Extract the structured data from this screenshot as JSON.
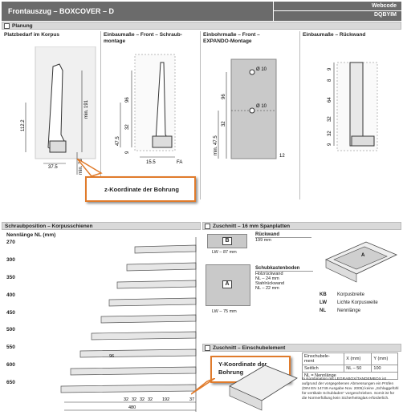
{
  "header": {
    "title": "Frontauszug – BOXCOVER – D",
    "right_top": "Webcode",
    "right_bottom": "DQBYIM"
  },
  "planung": {
    "label": "Planung",
    "panels": [
      {
        "title": "Platzbedarf im Korpus"
      },
      {
        "title": "Einbaumaße – Front – Schraub-\nmontage"
      },
      {
        "title": "Einbohrmaße – Front –\nEXPANDO-Montage"
      },
      {
        "title": "Einbaumaße – Rückwand"
      }
    ],
    "dims_panel1": [
      "112.2",
      "min. 191",
      "37.5",
      "min. 33"
    ],
    "dims_panel2": [
      "96",
      "32",
      "47.5",
      "9",
      "15.5",
      "FA"
    ],
    "dims_panel3": [
      "Ø 10",
      "Ø 10",
      "96",
      "32",
      "min. 47.5",
      "12"
    ],
    "dims_panel4": [
      "9",
      "8",
      "64",
      "32",
      "32",
      "9"
    ],
    "callout_z": "z-Koordinate der Bohrung"
  },
  "schraub": {
    "title": "Schraubposition – Korpusschienen",
    "subtitle": "Nennlänge NL (mm)",
    "lengths": [
      "270",
      "300",
      "350",
      "400",
      "450",
      "500",
      "550",
      "600",
      "650"
    ],
    "bottom_dims": [
      "32",
      "32",
      "32",
      "32",
      "192",
      "37",
      "480",
      "96"
    ],
    "callout_y": "Y-Koordinate der Bohrung"
  },
  "zuschnitt": {
    "title": "Zuschnitt – 16 mm Spanplatten",
    "b_label": "B",
    "a_label": "A",
    "rueckwand_title": "Rückwand",
    "rueckwand_val": "199 mm",
    "b_width": "LW – 87 mm",
    "boden_title": "Schubkastenboden",
    "boden_items": [
      "Holzrückwand",
      "NL – 24 mm",
      "Stahlrückwand",
      "NL – 22 mm"
    ],
    "a_width": "LW – 75 mm",
    "legend": [
      {
        "k": "KB",
        "v": "Korpusbreite"
      },
      {
        "k": "LW",
        "v": "Lichte Korpusweite"
      },
      {
        "k": "NL",
        "v": "Nennlänge"
      }
    ]
  },
  "einsch": {
    "title": "Zuschnitt – Einschubelement",
    "table_headers": [
      "Einschubele-\nment",
      "X (mm)",
      "Y (mm)"
    ],
    "table_row": [
      "Seitlich",
      "NL – 50",
      "100"
    ],
    "table_foot": "NL = Nennlänge",
    "note": "In Kombination mit LEGRABOX/TANDEMBOX ist aufgrund der vorgegebenen Abmessungen ein Prüfen (DIN EN 14749 Ausgabe Nov. 2005) keine „Schlaggefühl für vertikale Schubladen“ vorgeschrieben. Somit ist für die Normerfüllung kein Sicherheitsglas erforderlich."
  }
}
